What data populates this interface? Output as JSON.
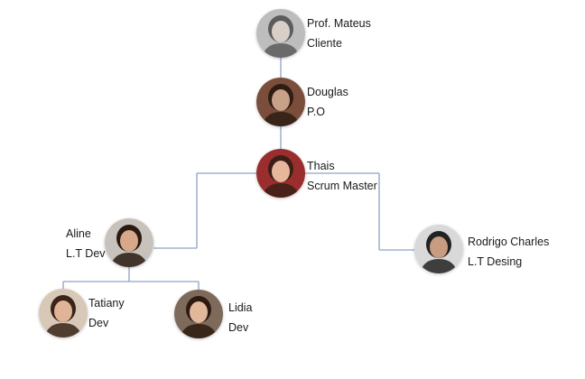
{
  "people": {
    "mateus": {
      "name": "Prof. Mateus",
      "role": "Cliente",
      "avatar_icon": "person-photo-icon",
      "tone": "#bdbdbd",
      "skin": "#d8d0c8",
      "hair": "#5c5c5c"
    },
    "douglas": {
      "name": "Douglas",
      "role": "P.O",
      "avatar_icon": "person-photo-icon",
      "tone": "#7a4e3a",
      "skin": "#c9a088",
      "hair": "#2e1d14"
    },
    "thais": {
      "name": "Thais",
      "role": "Scrum Master",
      "avatar_icon": "person-photo-icon",
      "tone": "#9a2e2e",
      "skin": "#e6b79b",
      "hair": "#3b1f16"
    },
    "aline": {
      "name": "Aline",
      "role": "L.T Dev",
      "avatar_icon": "person-photo-icon",
      "tone": "#c7c2bc",
      "skin": "#d7a98a",
      "hair": "#2a1a12"
    },
    "rodrigo": {
      "name": "Rodrigo Charles",
      "role": "L.T Desing",
      "avatar_icon": "person-photo-icon",
      "tone": "#d9d9d9",
      "skin": "#c79c80",
      "hair": "#222222"
    },
    "tatiany": {
      "name": "Tatiany",
      "role": "Dev",
      "avatar_icon": "person-photo-icon",
      "tone": "#d8c8b8",
      "skin": "#e0b597",
      "hair": "#3a2518"
    },
    "lidia": {
      "name": "Lidia",
      "role": "Dev",
      "avatar_icon": "person-photo-icon",
      "tone": "#7e6a5a",
      "skin": "#e2b89a",
      "hair": "#2d1a10"
    }
  },
  "connector_color": "#8ea2c3"
}
